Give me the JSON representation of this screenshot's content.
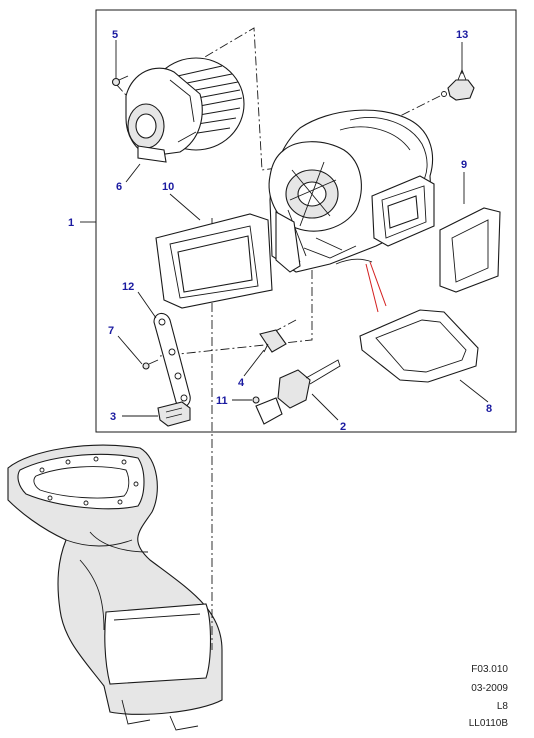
{
  "callouts": {
    "c1": "1",
    "c2": "2",
    "c3": "3",
    "c4": "4",
    "c5": "5",
    "c6": "6",
    "c7": "7",
    "c8": "8",
    "c9": "9",
    "c10": "10",
    "c11": "11",
    "c12": "12",
    "c13": "13"
  },
  "reference": {
    "figure": "F03.010",
    "date": "03-2009",
    "model": "L8",
    "drawing": "LL0110B"
  }
}
